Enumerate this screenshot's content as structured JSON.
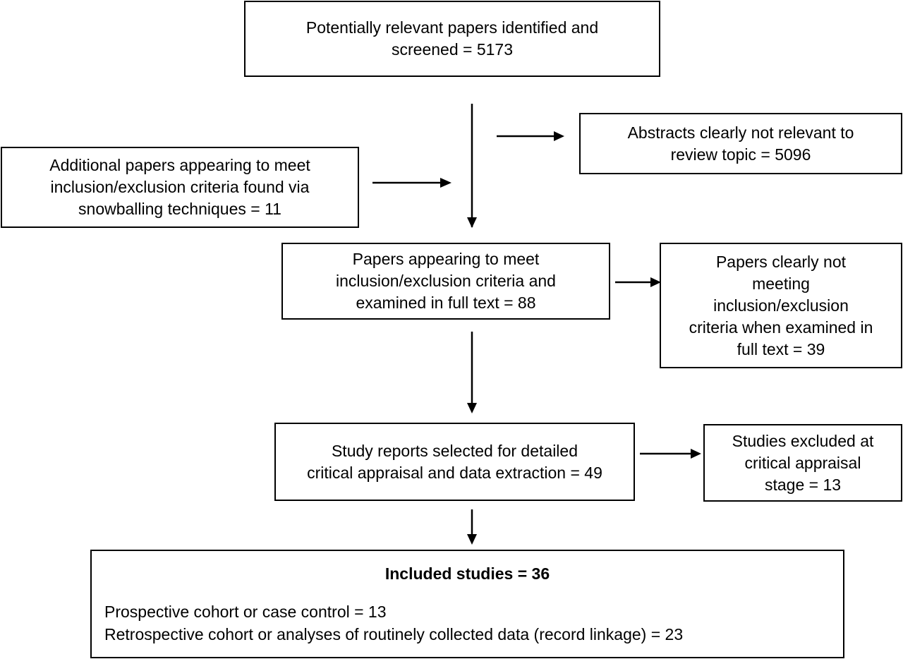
{
  "boxes": {
    "identified": {
      "lines": [
        "Potentially relevant papers identified and",
        "screened = 5173"
      ]
    },
    "not_relevant": {
      "lines": [
        "Abstracts clearly not relevant to",
        "review topic = 5096"
      ]
    },
    "snowballing": {
      "lines": [
        "Additional papers appearing to meet",
        "inclusion/exclusion criteria found via",
        "snowballing techniques = 11"
      ]
    },
    "full_text": {
      "lines": [
        "Papers appearing to meet",
        "inclusion/exclusion criteria and",
        "examined in full text = 88"
      ]
    },
    "excluded_full_text": {
      "lines": [
        "Papers clearly not",
        "meeting",
        "inclusion/exclusion",
        "criteria when examined in",
        "full text = 39"
      ]
    },
    "appraisal": {
      "lines": [
        "Study reports selected for detailed",
        "critical appraisal and data extraction = 49"
      ]
    },
    "excluded_appraisal": {
      "lines": [
        "Studies excluded at",
        "critical appraisal",
        "stage = 13"
      ]
    },
    "included": {
      "heading": "Included studies = 36",
      "lines": [
        "Prospective cohort or case control = 13",
        "Retrospective cohort or analyses of routinely collected data (record linkage) = 23"
      ]
    }
  },
  "colors": {
    "stroke": "#000000",
    "background": "#ffffff"
  }
}
